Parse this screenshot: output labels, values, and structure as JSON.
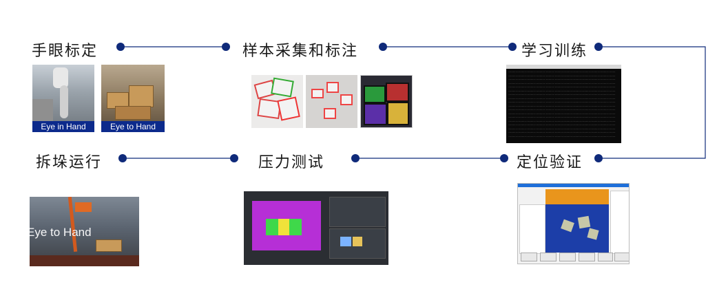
{
  "steps": [
    {
      "label": "手眼标定"
    },
    {
      "label": "样本采集和标注"
    },
    {
      "label": "学习训练"
    },
    {
      "label": "定位验证"
    },
    {
      "label": "压力测试"
    },
    {
      "label": "拆垛运行"
    }
  ],
  "thumbnails": {
    "eye_in_hand_caption": "Eye in Hand",
    "eye_to_hand_caption": "Eye to Hand",
    "destack_overlay": "Eye to Hand"
  },
  "colors": {
    "connector": "#0f2a7a",
    "caption_bg": "#0c2a8c"
  }
}
